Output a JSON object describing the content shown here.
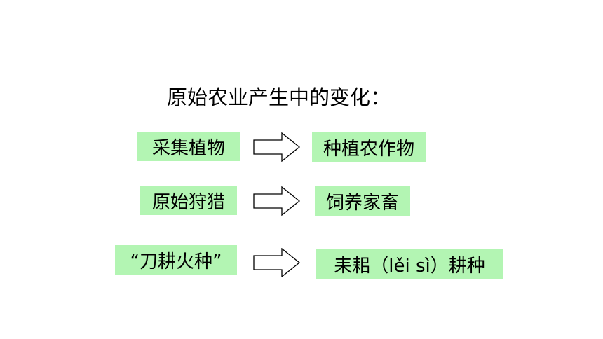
{
  "title": "原始农业产生中的变化：",
  "box_color": "#b3f5b3",
  "rows": [
    {
      "from": "采集植物",
      "to": "种植农作物"
    },
    {
      "from": "原始狩猎",
      "to": "饲养家畜"
    },
    {
      "from": "“刀耕火种”",
      "to": "耒耜（lěi sì）耕种"
    }
  ],
  "arrow_icon": "right-arrow-icon"
}
